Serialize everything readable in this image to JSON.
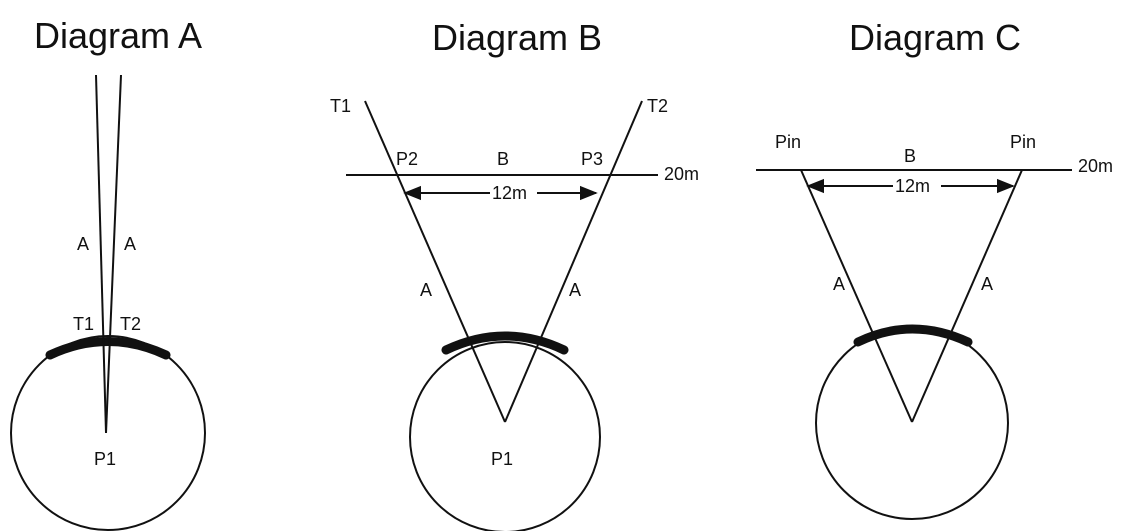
{
  "diagram_a": {
    "title": "Diagram A",
    "label_a_left": "A",
    "label_a_right": "A",
    "label_t1": "T1",
    "label_t2": "T2",
    "label_p1": "P1"
  },
  "diagram_b": {
    "title": "Diagram B",
    "label_t1": "T1",
    "label_t2": "T2",
    "label_p2": "P2",
    "label_b": "B",
    "label_p3": "P3",
    "label_distance": "20m",
    "label_width": "12m",
    "label_a_left": "A",
    "label_a_right": "A",
    "label_p1": "P1"
  },
  "diagram_c": {
    "title": "Diagram C",
    "label_pin_left": "Pin",
    "label_b": "B",
    "label_pin_right": "Pin",
    "label_distance": "20m",
    "label_width": "12m",
    "label_a_left": "A",
    "label_a_right": "A"
  }
}
